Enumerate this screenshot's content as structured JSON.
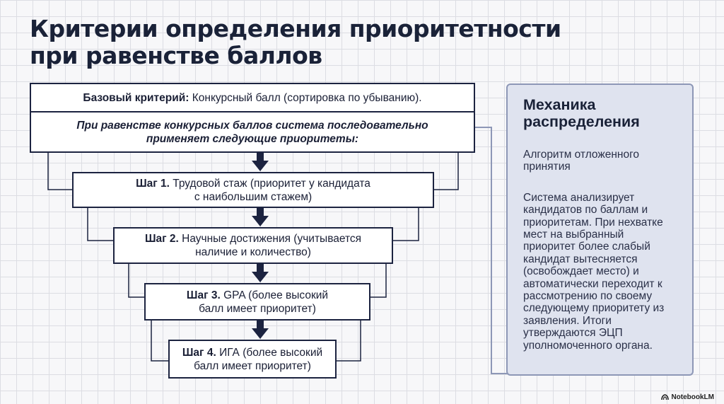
{
  "title": {
    "line1": "Критерии определения приоритетности",
    "line2": "при равенстве баллов"
  },
  "base": {
    "label": "Базовый критерий:",
    "text": "Конкурсный балл (сортировка по убыванию)."
  },
  "intro": {
    "line1": "При равенстве конкурсных баллов система последовательно",
    "line2": "применяет следующие приоритеты:"
  },
  "steps": [
    {
      "label": "Шаг 1.",
      "line1": "Трудовой стаж (приоритет у кандидата",
      "line2": "с наибольшим стажем)"
    },
    {
      "label": "Шаг 2.",
      "line1": "Научные достижения (учитывается",
      "line2": "наличие и количество)"
    },
    {
      "label": "Шаг 3.",
      "line1": "GPA (более высокий",
      "line2": "балл имеет приоритет)"
    },
    {
      "label": "Шаг 4.",
      "line1": "ИГА (более высокий",
      "line2": "балл имеет приоритет)"
    }
  ],
  "panel": {
    "title_line1": "Механика",
    "title_line2": "распределения",
    "para1": "Алгоритм отложенного принятия",
    "para2": "Система анализирует кандидатов по баллам и приоритетам. При нехватке мест на выбранный приоритет более слабый кандидат вытесняется (освобождает место) и автоматически переходит к рассмотрению по своему следующему приоритету из заявления. Итоги утверждаются ЭЦП уполномоченного органа."
  },
  "brand": {
    "text": "NotebookLM"
  },
  "colors": {
    "navy": "#1c2340",
    "panel_bg": "#dfe3ef",
    "panel_border": "#8d97b6"
  }
}
